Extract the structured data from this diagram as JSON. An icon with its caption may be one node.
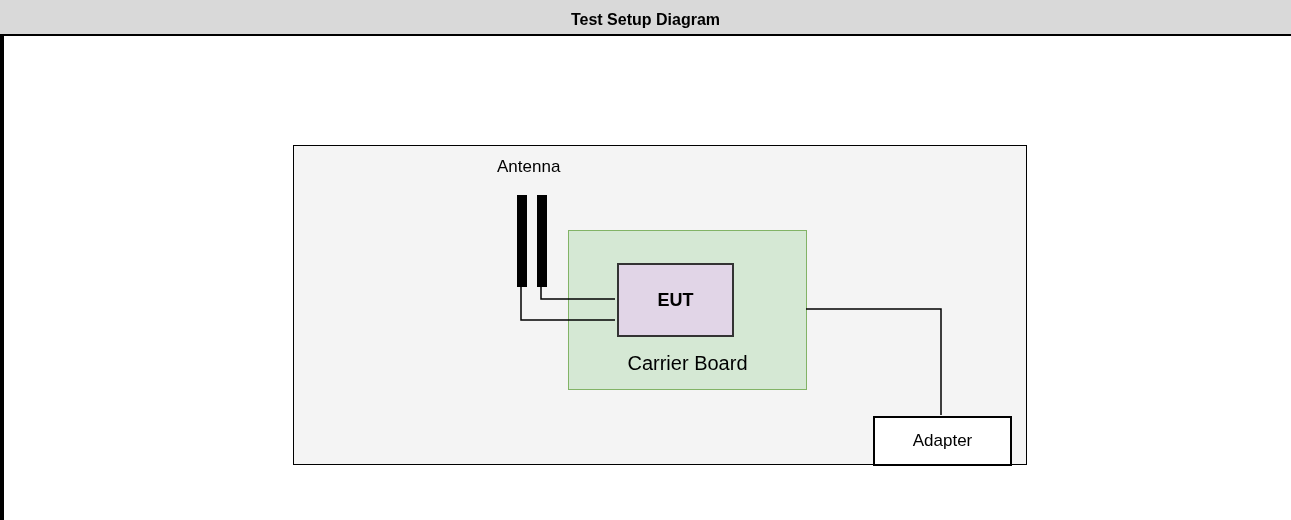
{
  "diagram": {
    "title": "Test Setup Diagram",
    "nodes": [
      {
        "text": [],
        "shape": "box"
      },
      {
        "text": [],
        "shape": "bar",
        "in": 0
      },
      {
        "text": [],
        "shape": "bar",
        "in": 0
      },
      {
        "text": [
          "Carrier Board"
        ],
        "in": 0
      },
      {
        "text": [
          "EUT"
        ],
        "in": 3
      },
      {
        "text": [
          "Adapter"
        ],
        "in": 0
      }
    ],
    "edges": [
      {
        "from": 1,
        "to": 4,
        "arrow": "none"
      },
      {
        "from": 2,
        "to": 4,
        "arrow": "none"
      },
      {
        "from": 3,
        "to": 5,
        "arrow": "none"
      }
    ],
    "labels": [
      "Antenna"
    ]
  }
}
